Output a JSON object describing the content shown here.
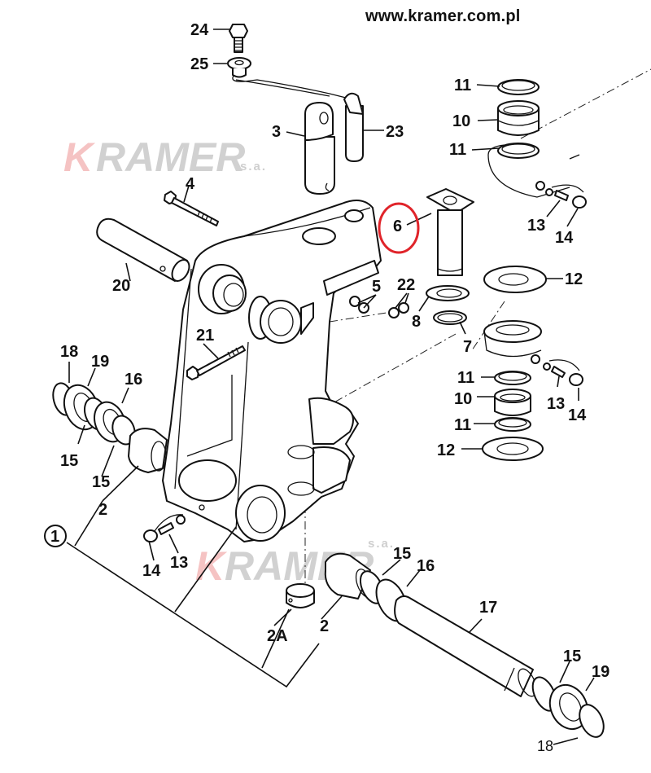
{
  "header": {
    "website_url": "www.kramer.com.pl"
  },
  "watermark": {
    "brand_initial": "K",
    "brand_rest": "RAMER",
    "suffix": "s.a.",
    "brand_colors": {
      "initial": "#f4b9b9",
      "text": "#c9c9c9"
    }
  },
  "highlight": {
    "part_number": "6",
    "color": "#e0242a"
  },
  "diagram": {
    "title": "Boom swing bracket exploded parts view",
    "assembly_callout": "1",
    "labels": {
      "p24": "24",
      "p25": "25",
      "p3": "3",
      "p23": "23",
      "p4": "4",
      "p20": "20",
      "p21": "21",
      "p5": "5",
      "p22": "22",
      "p6": "6",
      "p8": "8",
      "p7": "7",
      "p11_top_a": "11",
      "p10_top": "10",
      "p11_top_b": "11",
      "p13_top": "13",
      "p14_top": "14",
      "p12_top": "12",
      "p11_bot_a": "11",
      "p10_bot": "10",
      "p11_bot_b": "11",
      "p12_bot": "12",
      "p13_mid": "13",
      "p14_mid": "14",
      "p18_left": "18",
      "p19_left": "19",
      "p16_left": "16",
      "p15_left_a": "15",
      "p15_left_b": "15",
      "p2_left": "2",
      "p14_bot": "14",
      "p13_bot": "13",
      "p2a": "2A",
      "p2_right": "2",
      "p15_right": "15",
      "p16_right": "16",
      "p17": "17",
      "p15_end": "15",
      "p19_end": "19",
      "p18_end": "18"
    }
  }
}
